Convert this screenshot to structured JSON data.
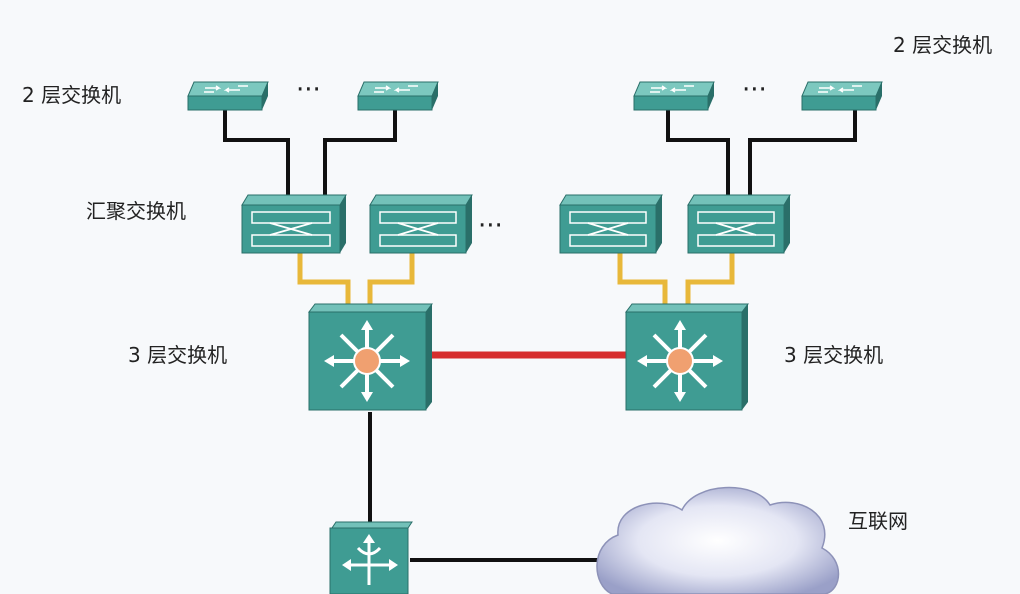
{
  "labels": {
    "l2_left": "2 层交换机",
    "l2_right": "2 层交换机",
    "aggregation": "汇聚交换机",
    "l3_left": "3 层交换机",
    "l3_right": "3 层交换机",
    "internet": "互联网"
  },
  "ellipsis": "···",
  "colors": {
    "device_face": "#3f9c93",
    "device_top": "#73c1b9",
    "device_side": "#2a6f69",
    "link_access": "#111111",
    "link_aggregation": "#e8b83a",
    "link_core": "#d62d2d",
    "core_hub": "#f0a070",
    "cloud": "#c8cce6"
  }
}
